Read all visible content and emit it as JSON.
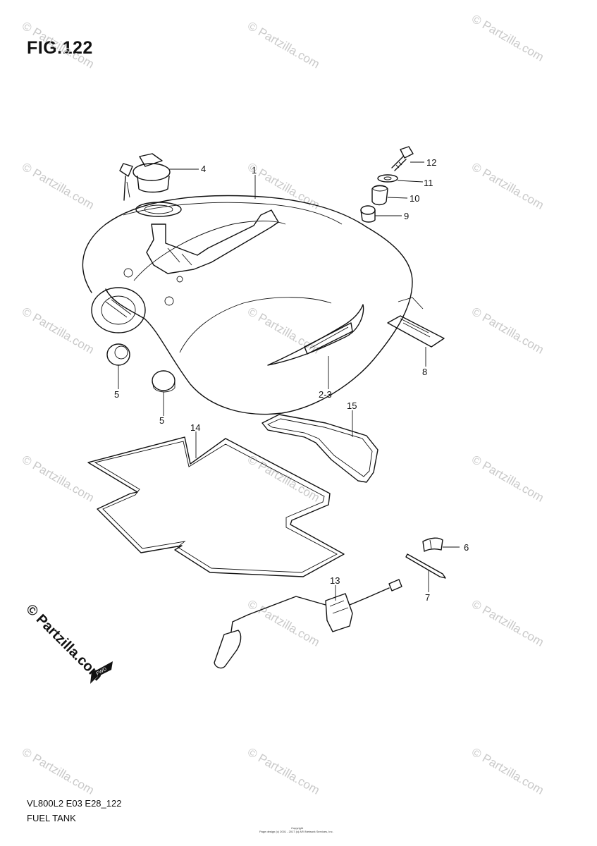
{
  "figure": {
    "title": "FIG.122",
    "code": "VL800L2 E03 E28_122",
    "name": "FUEL TANK"
  },
  "callouts": [
    "1",
    "2-3",
    "4",
    "5",
    "5",
    "6",
    "7",
    "8",
    "9",
    "10",
    "11",
    "12",
    "13",
    "14",
    "15"
  ],
  "watermark": {
    "text": "© Partzilla.com",
    "brand": "© Partzilla.com"
  },
  "direction_marker": "FWD",
  "copyright": {
    "line1": "Copyright",
    "line2": "Page design (c) 2001 - 2017 (c) ARI Network Services, Inc."
  }
}
